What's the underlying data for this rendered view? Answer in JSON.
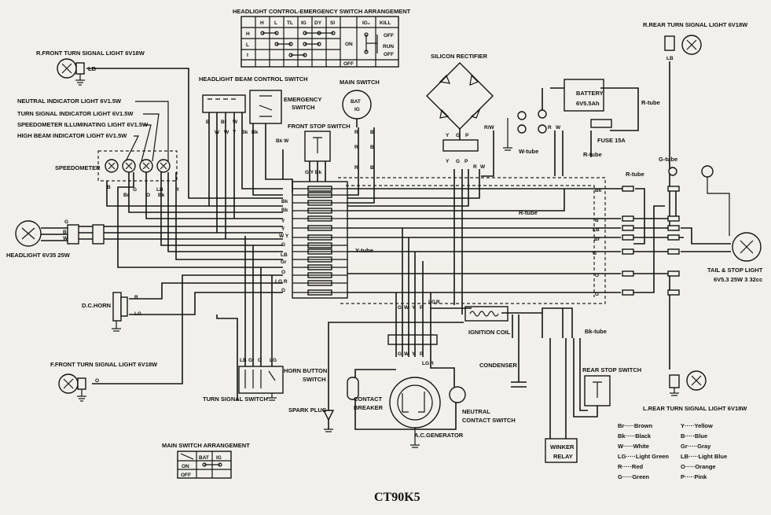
{
  "model": "CT90K5",
  "tables": {
    "headlight_switch": {
      "title": "HEADLIGHT CONTROL-EMERGENCY SWITCH ARRANGEMENT",
      "cols": [
        "H",
        "L",
        "TL",
        "IG",
        "DY",
        "SI"
      ],
      "rows": [
        "H",
        "L",
        "I",
        "OFF"
      ],
      "ig2_label": "IG₂",
      "kill_label": "KILL",
      "on_label": "ON",
      "off_label": "OFF",
      "run_label": "RUN",
      "off2_label": "OFF"
    },
    "main_switch": {
      "title": "MAIN SWITCH ARRANGEMENT",
      "cols": [
        "BAT",
        "IG"
      ],
      "rows": [
        "ON",
        "OFF"
      ]
    }
  },
  "components": {
    "r_front_turn": "R.FRONT TURN SIGNAL LIGHT 6V18W",
    "neutral_ind": "NEUTRAL INDICATOR LIGHT 6V1.5W",
    "turn_ind": "TURN SIGNAL INDICATOR LIGHT 6V1.5W",
    "speedo_illum": "SPEEDOMETER ILLUMINATING LIGHT 6V1.5W",
    "high_beam_ind": "HIGH BEAM INDICATOR LIGHT 6V1.5W",
    "speedometer": "SPEEDOMETER",
    "headlight": "HEADLIGHT 6V35 25W",
    "dc_horn": "D.C.HORN",
    "f_front_turn": "F.FRONT TURN SIGNAL LIGHT 6V18W",
    "beam_switch": "HEADLIGHT BEAM CONTROL SWITCH",
    "emergency_line1": "EMERGENCY",
    "emergency_line2": "SWITCH",
    "main_switch": "MAIN SWITCH",
    "front_stop": "FRONT STOP SWITCH",
    "rectifier": "SILICON RECTIFIER",
    "battery": "BATTERY",
    "battery_spec": "6V5.5Ah",
    "fuse": "FUSE 15A",
    "r_rear_turn": "R.REAR TURN SIGNAL LIGHT 6V18W",
    "tail_stop_line1": "TAIL & STOP LIGHT",
    "tail_stop_line2": "6V5.3 25W 3 32cc",
    "l_rear_turn": "L.REAR TURN SIGNAL LIGHT 6V18W",
    "ignition_coil": "IGNITION COIL",
    "condenser": "CONDENSER",
    "rear_stop": "REAR STOP SWITCH",
    "winker_line1": "WINKER",
    "winker_line2": "RELAY",
    "contact_line1": "CONTACT",
    "contact_line2": "BREAKER",
    "neutral_sw_line1": "NEUTRAL",
    "neutral_sw_line2": "CONTACT SWITCH",
    "ac_gen": "A.C.GENERATOR",
    "spark_plug": "SPARK PLUG",
    "horn_button_line1": "HORN BUTTON",
    "horn_button_line2": "SWITCH",
    "turn_switch": "TURN SIGNAL SWITCH",
    "bat_label": "BAT",
    "ig_label": "IG"
  },
  "tubes": {
    "y": "Y-tube",
    "r1": "R-tube",
    "r2": "R-tube",
    "r3": "R-tube",
    "r4": "R-tube",
    "w": "W-tube",
    "g": "G-tube",
    "bk": "Bk-tube"
  },
  "legend": [
    {
      "code": "Br",
      "name": "Brown"
    },
    {
      "code": "Bk",
      "name": "Black"
    },
    {
      "code": "W",
      "name": "White"
    },
    {
      "code": "LG",
      "name": "Light Green"
    },
    {
      "code": "R",
      "name": "Red"
    },
    {
      "code": "G",
      "name": "Green"
    },
    {
      "code": "Y",
      "name": "Yellow"
    },
    {
      "code": "B",
      "name": "Blue"
    },
    {
      "code": "Gr",
      "name": "Gray"
    },
    {
      "code": "LB",
      "name": "Light Blue"
    },
    {
      "code": "O",
      "name": "Orange"
    },
    {
      "code": "P",
      "name": "Pink"
    }
  ],
  "connector_codes": [
    "Bk",
    "Bk",
    "Y",
    "Y",
    "W",
    "G",
    "LB",
    "Gr",
    "O",
    "LG",
    "G"
  ],
  "rear_codes": [
    "Bk",
    "B",
    "LB",
    "Br",
    "G",
    "O",
    "G"
  ],
  "wire_labels": {
    "LB": "LB",
    "B": "B",
    "G": "G",
    "Br": "Br",
    "W": "W",
    "Y": "Y",
    "R": "R",
    "O": "O",
    "Bk": "Bk",
    "Gr": "Gr",
    "P": "P",
    "LG": "LG",
    "BkW": "Bk W",
    "GYBk": "G Y Bk",
    "RW": "R/W"
  }
}
